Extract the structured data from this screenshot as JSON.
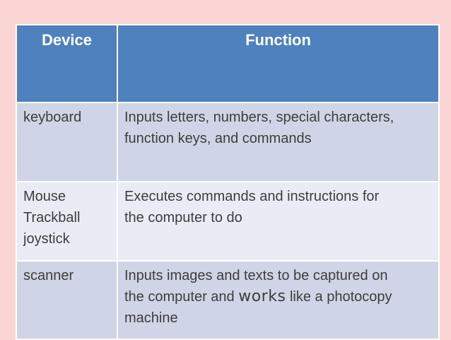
{
  "slide": {
    "background_color": "#fbd5d3",
    "header_fill_color": "#4e81bd",
    "band_dark_color": "#cfd5e7",
    "band_light_color": "#e9ecf4",
    "grid_color": "#ffffff",
    "header_text_color": "#ffffff",
    "body_text_color": "#3d3d3d"
  },
  "table": {
    "headers": [
      {
        "label": "Device"
      },
      {
        "label": "Function"
      }
    ],
    "rows": [
      {
        "device_lines": [
          "keyboard"
        ],
        "function_lines": [
          "Inputs letters, numbers, special characters,",
          "function keys, and commands"
        ]
      },
      {
        "device_lines": [
          "Mouse",
          "Trackball",
          "joystick"
        ],
        "function_lines": [
          "Executes commands and instructions for",
          "the computer to do"
        ]
      },
      {
        "device_lines": [
          "scanner"
        ],
        "function_lines": [
          [
            {
              "t": "Inputs images and texts to be captured on"
            }
          ],
          [
            {
              "t": "the computer and "
            },
            {
              "t": "works",
              "em": true
            },
            {
              "t": " like a photocopy"
            }
          ],
          [
            {
              "t": "machine"
            }
          ]
        ]
      }
    ]
  }
}
